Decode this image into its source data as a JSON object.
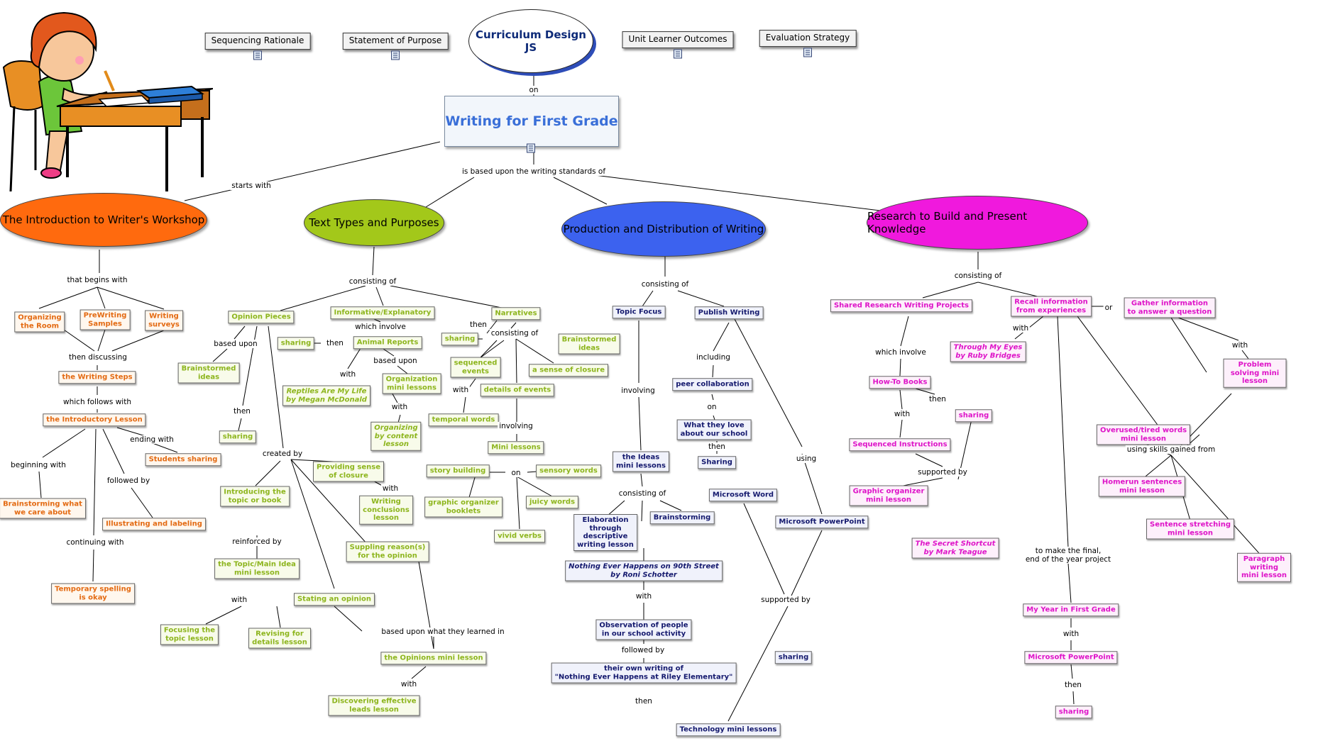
{
  "map": {
    "curriculum_title": "Curriculum Design\nJS",
    "main_title": "Writing for First Grade",
    "top_buttons": [
      "Sequencing Rationale",
      "Statement of Purpose",
      "Unit Learner Outcomes",
      "Evaluation Strategy"
    ],
    "categories": [
      {
        "label": "The Introduction to Writer's Workshop",
        "color": "#ff6a0e"
      },
      {
        "label": "Text Types and Purposes",
        "color": "#a3c81a"
      },
      {
        "label": "Production and Distribution of Writing",
        "color": "#3c62ef"
      },
      {
        "label": "Research to Build and Present Knowledge",
        "color": "#f019dd"
      }
    ],
    "illustration": "girl-writing-at-desk"
  },
  "nodes": [
    {
      "text": "Organizing\nthe Room",
      "tone": "orange"
    },
    {
      "text": "PreWriting\nSamples",
      "tone": "orange"
    },
    {
      "text": "Writing\nsurveys",
      "tone": "orange"
    },
    {
      "text": "the Writing Steps",
      "tone": "orange"
    },
    {
      "text": "the Introductory Lesson",
      "tone": "orange"
    },
    {
      "text": "Students sharing",
      "tone": "orange"
    },
    {
      "text": "Brainstorming what\nwe care about",
      "tone": "orange"
    },
    {
      "text": "Illustrating and labeling",
      "tone": "orange"
    },
    {
      "text": "Temporary spelling\nis okay",
      "tone": "orange"
    },
    {
      "text": "Opinion Pieces",
      "tone": "green"
    },
    {
      "text": "Brainstormed\nideas",
      "tone": "green"
    },
    {
      "text": "sharing",
      "tone": "green"
    },
    {
      "text": "Providing sense\nof closure",
      "tone": "green"
    },
    {
      "text": "Introducing the\ntopic or book",
      "tone": "green"
    },
    {
      "text": "Writing\nconclusions\nlesson",
      "tone": "green"
    },
    {
      "text": "Suppling reason(s)\nfor the opinion",
      "tone": "green"
    },
    {
      "text": "the Topic/Main Idea\nmini lesson",
      "tone": "green"
    },
    {
      "text": "Stating an opinion",
      "tone": "green"
    },
    {
      "text": "Focusing the\ntopic lesson",
      "tone": "green"
    },
    {
      "text": "Revising for\ndetails lesson",
      "tone": "green"
    },
    {
      "text": "the Opinions mini lesson",
      "tone": "green"
    },
    {
      "text": "Discovering effective\nleads lesson",
      "tone": "green"
    },
    {
      "text": "Informative/Explanatory",
      "tone": "green"
    },
    {
      "text": "sharing",
      "tone": "green"
    },
    {
      "text": "Animal Reports",
      "tone": "green"
    },
    {
      "text": "Reptiles Are My Life\nby Megan McDonald",
      "tone": "green"
    },
    {
      "text": "Organization\nmini lessons",
      "tone": "green"
    },
    {
      "text": "Organizing\nby content\nlesson",
      "tone": "green"
    },
    {
      "text": "Narratives",
      "tone": "green"
    },
    {
      "text": "sharing",
      "tone": "green"
    },
    {
      "text": "Brainstormed\nideas",
      "tone": "green"
    },
    {
      "text": "sequenced\nevents",
      "tone": "green"
    },
    {
      "text": "a sense of closure",
      "tone": "green"
    },
    {
      "text": "details of events",
      "tone": "green"
    },
    {
      "text": "temporal words",
      "tone": "green"
    },
    {
      "text": "Mini lessons",
      "tone": "green"
    },
    {
      "text": "story building",
      "tone": "green"
    },
    {
      "text": "sensory words",
      "tone": "green"
    },
    {
      "text": "graphic organizer\nbooklets",
      "tone": "green"
    },
    {
      "text": "juicy words",
      "tone": "green"
    },
    {
      "text": "vivid verbs",
      "tone": "green"
    },
    {
      "text": "Topic Focus",
      "tone": "navy"
    },
    {
      "text": "Publish Writing",
      "tone": "navy"
    },
    {
      "text": "peer collaboration",
      "tone": "navy"
    },
    {
      "text": "What they love\nabout our school",
      "tone": "navy"
    },
    {
      "text": "Sharing",
      "tone": "navy"
    },
    {
      "text": "the Ideas\nmini lessons",
      "tone": "navy"
    },
    {
      "text": "Microsoft Word",
      "tone": "navy"
    },
    {
      "text": "Brainstorming",
      "tone": "navy"
    },
    {
      "text": "Elaboration\nthrough\ndescriptive\nwriting lesson",
      "tone": "navy"
    },
    {
      "text": "Microsoft PowerPoint",
      "tone": "navy"
    },
    {
      "text": "Nothing Ever Happens on 90th Street\nby Roni Schotter",
      "tone": "navy"
    },
    {
      "text": "Observation of people\nin our school activity",
      "tone": "navy"
    },
    {
      "text": "their own writing of\n\"Nothing Ever Happens at Riley Elementary\"",
      "tone": "navy"
    },
    {
      "text": "sharing",
      "tone": "navy"
    },
    {
      "text": "Technology mini lessons",
      "tone": "navy"
    },
    {
      "text": "Shared Research Writing Projects",
      "tone": "magenta"
    },
    {
      "text": "Recall information\nfrom experiences",
      "tone": "magenta"
    },
    {
      "text": "Gather information\nto answer a question",
      "tone": "magenta"
    },
    {
      "text": "Through My Eyes\nby Ruby Bridges",
      "tone": "magenta"
    },
    {
      "text": "Problem solving mini lesson",
      "tone": "magenta"
    },
    {
      "text": "How-To Books",
      "tone": "magenta"
    },
    {
      "text": "sharing",
      "tone": "magenta"
    },
    {
      "text": "Sequenced Instructions",
      "tone": "magenta"
    },
    {
      "text": "Overused/tired words\nmini lesson",
      "tone": "magenta"
    },
    {
      "text": "Graphic organizer\nmini lesson",
      "tone": "magenta"
    },
    {
      "text": "Homerun sentences\nmini lesson",
      "tone": "magenta"
    },
    {
      "text": "Sentence stretching\nmini lesson",
      "tone": "magenta"
    },
    {
      "text": "The Secret Shortcut\nby Mark Teague",
      "tone": "magenta"
    },
    {
      "text": "Paragraph writing\nmini lesson",
      "tone": "magenta"
    },
    {
      "text": "My Year in First Grade",
      "tone": "magenta"
    },
    {
      "text": "Microsoft PowerPoint",
      "tone": "magenta"
    },
    {
      "text": "sharing",
      "tone": "magenta"
    }
  ],
  "link_labels": [
    "on",
    "is based upon the writing standards of",
    "starts with",
    "that begins with",
    "then discussing",
    "which follows with",
    "ending with",
    "beginning with",
    "followed by",
    "continuing with",
    "consisting of",
    "based upon",
    "then",
    "created by",
    "with",
    "reinforced by",
    "with",
    "based upon what they learned in",
    "with",
    "which involve",
    "then",
    "with",
    "based upon",
    "with",
    "then",
    "consisting of",
    "involving",
    "with",
    "on",
    "consisting of",
    "involving",
    "including",
    "on",
    "then",
    "consisting of",
    "using",
    "with",
    "followed by",
    "then",
    "supported by",
    "consisting of",
    "or",
    "with",
    "with",
    "which involve",
    "then",
    "with",
    "using skills gained from",
    "supported by",
    "to make the final,\nend of the year project",
    "with",
    "then"
  ]
}
